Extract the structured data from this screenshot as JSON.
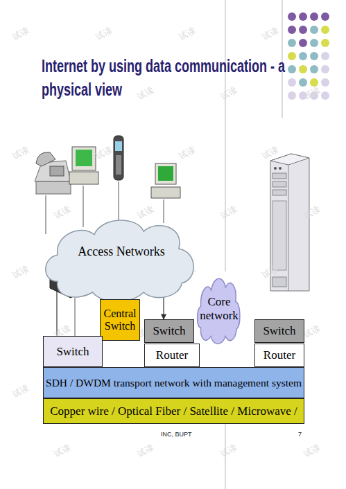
{
  "diagram": {
    "title": "Internet by using data communication - a physical view",
    "nodes": [
      {
        "text": [
          "Access Networks"
        ]
      },
      {
        "text": [
          "Central Switch"
        ]
      },
      {
        "text": [
          "Switch"
        ]
      },
      {
        "text": [
          "Core network"
        ]
      },
      {
        "text": [
          "Switch"
        ]
      },
      {
        "text": [
          "Switch"
        ]
      },
      {
        "text": [
          "Router"
        ]
      },
      {
        "text": [
          "Router"
        ]
      },
      {
        "text": [
          "SDH / DWDM transport network with management system"
        ]
      },
      {
        "text": [
          "Copper wire / Optical Fiber / Satellite / Microwave /"
        ]
      }
    ],
    "edges": [
      {
        "from": 0,
        "to": 5,
        "arrow": "none"
      },
      {
        "from": 0,
        "to": 2,
        "arrow": "to"
      }
    ],
    "labels": [
      "INC, BUPT",
      "7",
      "试读",
      "试读",
      "试读",
      "试读",
      "试读",
      "试读",
      "试读",
      "试读",
      "试读",
      "试读",
      "试读",
      "试读",
      "试读",
      "试读",
      "试读",
      "试读",
      "试读",
      "试读",
      "试读",
      "试读",
      "试读",
      "试读",
      "试读",
      "试读",
      "试读",
      "试读",
      "试读",
      "试读",
      "试读",
      "试读",
      "试读",
      "试读"
    ]
  }
}
